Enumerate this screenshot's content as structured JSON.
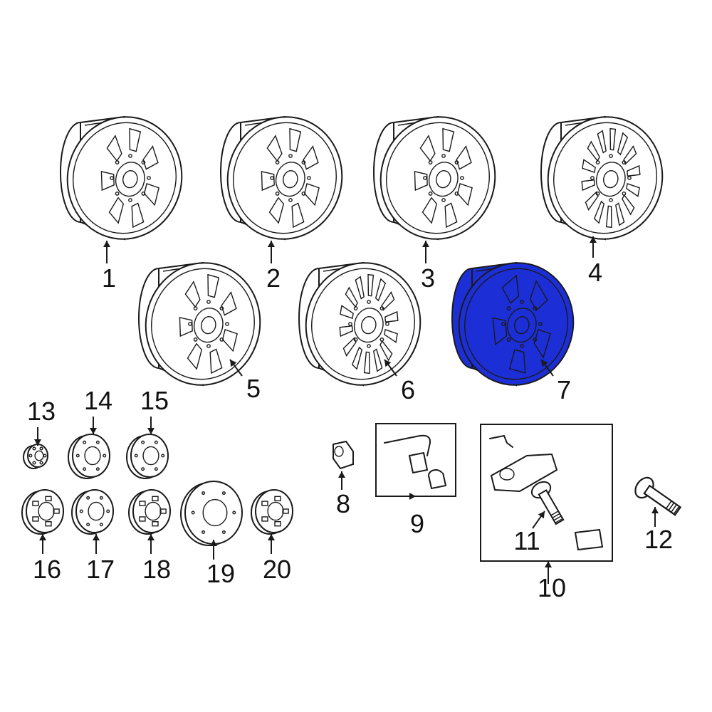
{
  "highlight_color": "#1c2fd6",
  "parts": [
    {
      "id": "wheel-1",
      "label": "1",
      "kind": "wheel-split-spoke",
      "highlighted": false
    },
    {
      "id": "wheel-2",
      "label": "2",
      "kind": "wheel-split-spoke",
      "highlighted": false
    },
    {
      "id": "wheel-3",
      "label": "3",
      "kind": "wheel-split-spoke",
      "highlighted": false
    },
    {
      "id": "wheel-4",
      "label": "4",
      "kind": "wheel-multi-spoke",
      "highlighted": false
    },
    {
      "id": "wheel-5",
      "label": "5",
      "kind": "wheel-split-spoke",
      "highlighted": false
    },
    {
      "id": "wheel-6",
      "label": "6",
      "kind": "wheel-multi-spoke",
      "highlighted": false
    },
    {
      "id": "wheel-7",
      "label": "7",
      "kind": "wheel-steel",
      "highlighted": true
    },
    {
      "id": "lug-nut",
      "label": "8",
      "kind": "lug-nut"
    },
    {
      "id": "lock-kit",
      "label": "9",
      "kind": "wheel-lock-kit"
    },
    {
      "id": "tpms-kit",
      "label": "10",
      "kind": "tpms-sensor-kit"
    },
    {
      "id": "tpms-valve",
      "label": "11",
      "kind": "valve-stem"
    },
    {
      "id": "valve-stem",
      "label": "12",
      "kind": "valve-stem"
    },
    {
      "id": "cap-13",
      "label": "13",
      "kind": "center-cap-small"
    },
    {
      "id": "cap-14",
      "label": "14",
      "kind": "center-cap"
    },
    {
      "id": "cap-15",
      "label": "15",
      "kind": "center-cap"
    },
    {
      "id": "cap-16",
      "label": "16",
      "kind": "center-cap-slotted"
    },
    {
      "id": "cap-17",
      "label": "17",
      "kind": "center-cap"
    },
    {
      "id": "cap-18",
      "label": "18",
      "kind": "center-cap-slotted"
    },
    {
      "id": "cap-19",
      "label": "19",
      "kind": "center-cap-large"
    },
    {
      "id": "cap-20",
      "label": "20",
      "kind": "center-cap-slotted"
    }
  ]
}
